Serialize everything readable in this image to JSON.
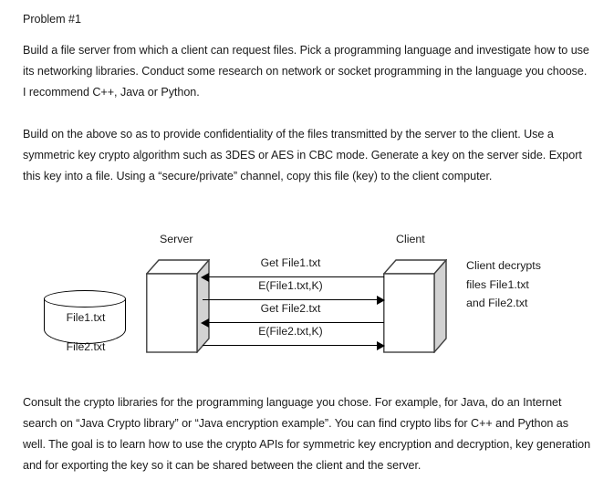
{
  "document": {
    "heading": "Problem #1",
    "paragraphs": {
      "intro": "Build a file server from which a client can request files. Pick a programming language and investigate how to use its networking libraries. Conduct some research on network or socket programming in the language you choose. I recommend C++, Java or Python.",
      "crypto": "Build on the above so as to provide confidentiality of the files transmitted by the server to the client. Use a symmetric key crypto algorithm such as 3DES or AES in CBC mode. Generate a key on the server side. Export this key into a file. Using a “secure/private” channel, copy this file (key) to the client computer.",
      "consult": "Consult the crypto libraries for the programming language you chose. For example, for Java, do an Internet search on “Java Crypto library” or “Java encryption example”. You can find crypto libs for C++ and Python as well. The goal is to learn how to use the crypto APIs for symmetric key encryption and decryption, key generation and for exporting the key so it can be shared between the client and the server."
    }
  },
  "diagram": {
    "type": "sequence-diagram",
    "server_label": "Server",
    "client_label": "Client",
    "datastore": {
      "icon": "cylinder-database-icon",
      "file1": "File1.txt",
      "file2": "File2.txt"
    },
    "messages": [
      {
        "text": "Get File1.txt",
        "direction": "client-to-server"
      },
      {
        "text": "E(File1.txt,K)",
        "direction": "server-to-client"
      },
      {
        "text": "Get File2.txt",
        "direction": "client-to-server"
      },
      {
        "text": "E(File2.txt,K)",
        "direction": "server-to-client"
      }
    ],
    "client_note": {
      "line1": "Client decrypts",
      "line2": "files File1.txt",
      "line3": "and File2.txt"
    },
    "colors": {
      "box_front": "#ffffff",
      "box_side": "#d2d2d2",
      "outline": "#3f3f3f",
      "arrow": "#000000",
      "text": "#1a1a1a"
    }
  }
}
